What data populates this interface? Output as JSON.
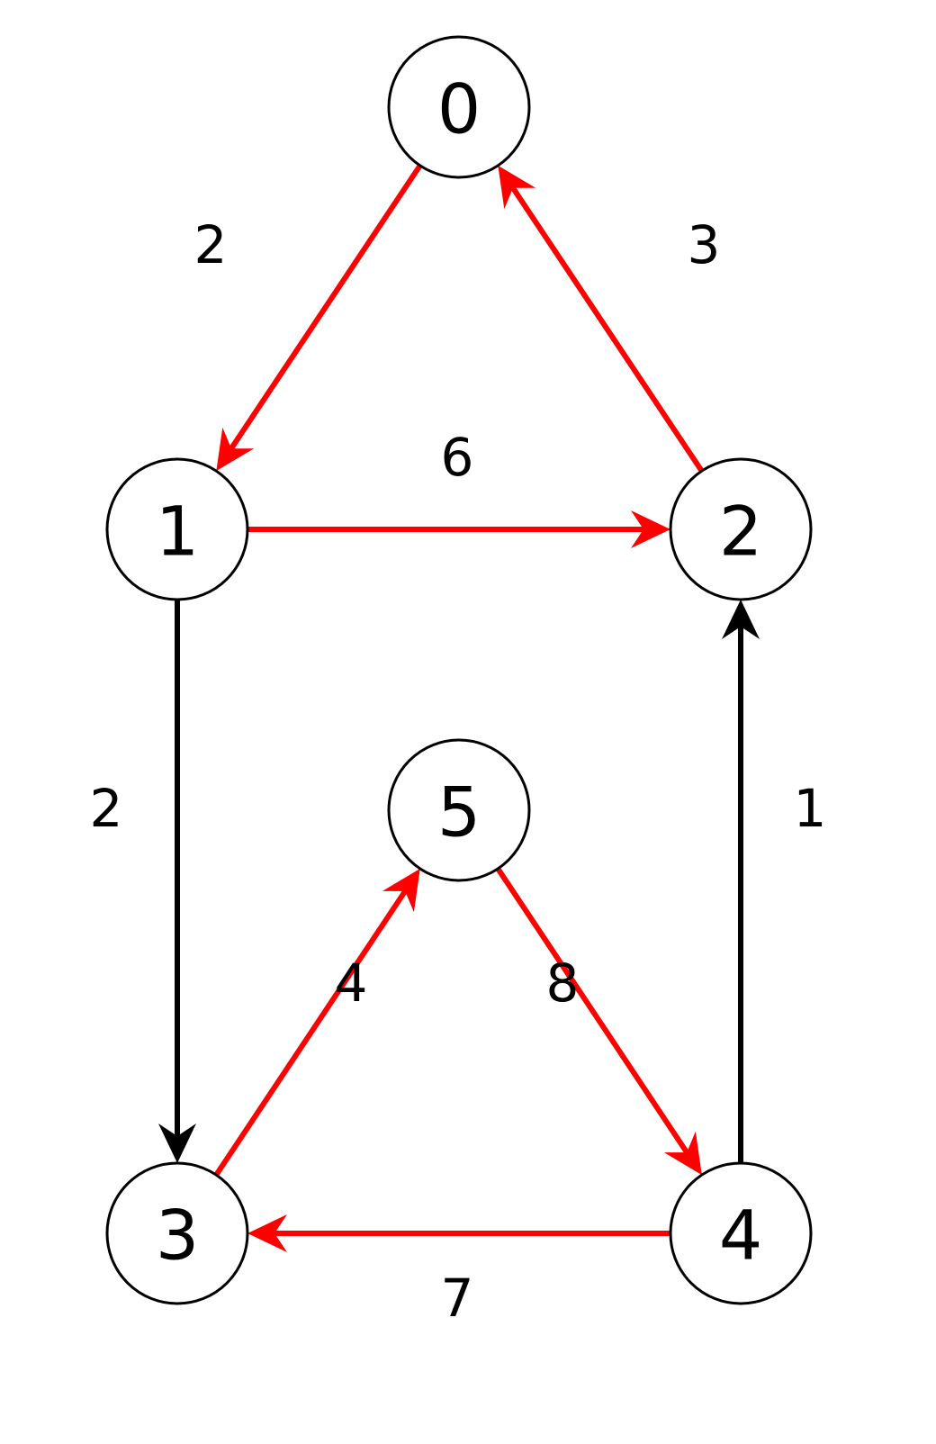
{
  "colors": {
    "highlight": "#ff0000",
    "normal": "#000000",
    "node_fill": "#ffffff",
    "node_stroke": "#000000"
  },
  "nodes": [
    {
      "id": "0",
      "label": "0"
    },
    {
      "id": "1",
      "label": "1"
    },
    {
      "id": "2",
      "label": "2"
    },
    {
      "id": "3",
      "label": "3"
    },
    {
      "id": "4",
      "label": "4"
    },
    {
      "id": "5",
      "label": "5"
    }
  ],
  "edges": [
    {
      "from": "0",
      "to": "1",
      "weight": "2",
      "highlighted": true
    },
    {
      "from": "2",
      "to": "0",
      "weight": "3",
      "highlighted": true
    },
    {
      "from": "1",
      "to": "2",
      "weight": "6",
      "highlighted": true
    },
    {
      "from": "1",
      "to": "3",
      "weight": "2",
      "highlighted": false
    },
    {
      "from": "4",
      "to": "2",
      "weight": "1",
      "highlighted": false
    },
    {
      "from": "3",
      "to": "5",
      "weight": "4",
      "highlighted": true
    },
    {
      "from": "5",
      "to": "4",
      "weight": "8",
      "highlighted": true
    },
    {
      "from": "4",
      "to": "3",
      "weight": "7",
      "highlighted": true
    }
  ]
}
